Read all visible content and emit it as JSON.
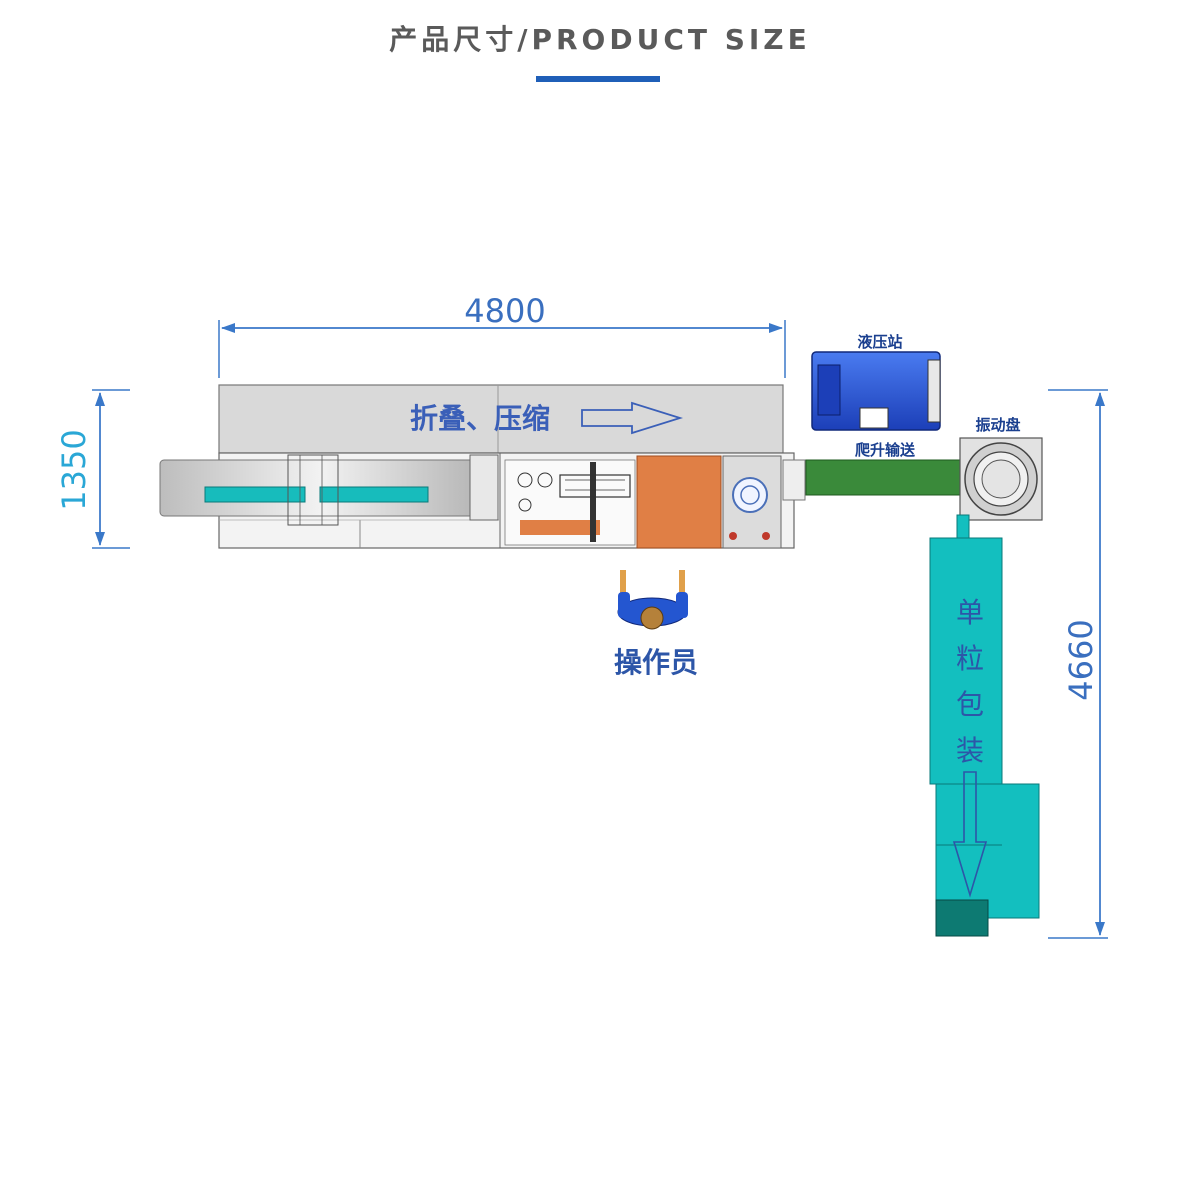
{
  "header": {
    "title": "产品尺寸/PRODUCT SIZE"
  },
  "dimensions": {
    "length": "4800",
    "width": "1350",
    "depth": "4660"
  },
  "labels": {
    "folding": "折叠、压缩",
    "hydraulic_station": "液压站",
    "lift_conveyor": "爬升输送",
    "vibration_plate": "振动盘",
    "operator": "操作员",
    "single_pack": [
      "单",
      "粒",
      "包",
      "装"
    ]
  },
  "colors": {
    "accent": "#1f5fb8",
    "dimension_line": "#3a78c9",
    "body_gray": "#d9d9d9",
    "teal": "#13bfbf",
    "orange": "#e07f45",
    "green": "#3a8a3a",
    "hydraulic_blue": "#2a56d8"
  }
}
